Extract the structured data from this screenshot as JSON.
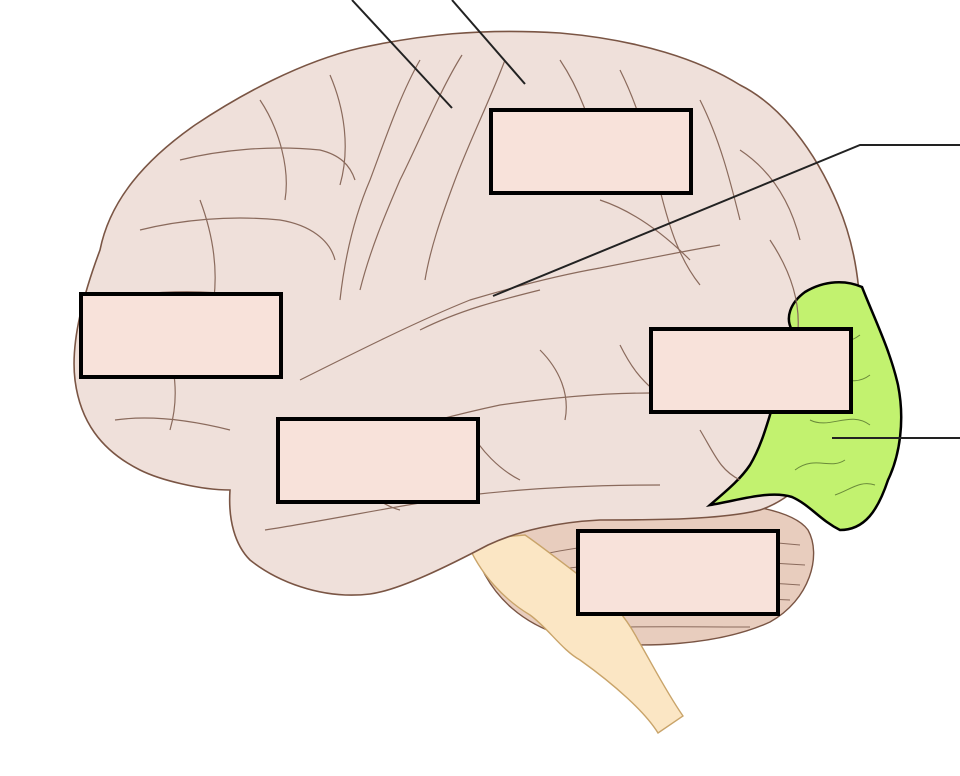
{
  "colors": {
    "cortex_fill": "#efe0da",
    "cortex_stroke": "#7a5544",
    "sulcus_stroke": "#8a6a5c",
    "cerebellum_fill": "#e8cdbe",
    "brainstem_fill": "#fbe6c4",
    "brainstem_stroke": "#c9a46a",
    "highlight_fill": "#c2f26f",
    "label_box_fill": "#f8e2da",
    "leader_line": "#222222"
  },
  "highlighted_region": "occipital-lobe",
  "label_boxes": [
    {
      "id": "box-1",
      "text": ""
    },
    {
      "id": "box-2",
      "text": ""
    },
    {
      "id": "box-3",
      "text": ""
    },
    {
      "id": "box-4",
      "text": ""
    },
    {
      "id": "box-5",
      "text": ""
    }
  ]
}
